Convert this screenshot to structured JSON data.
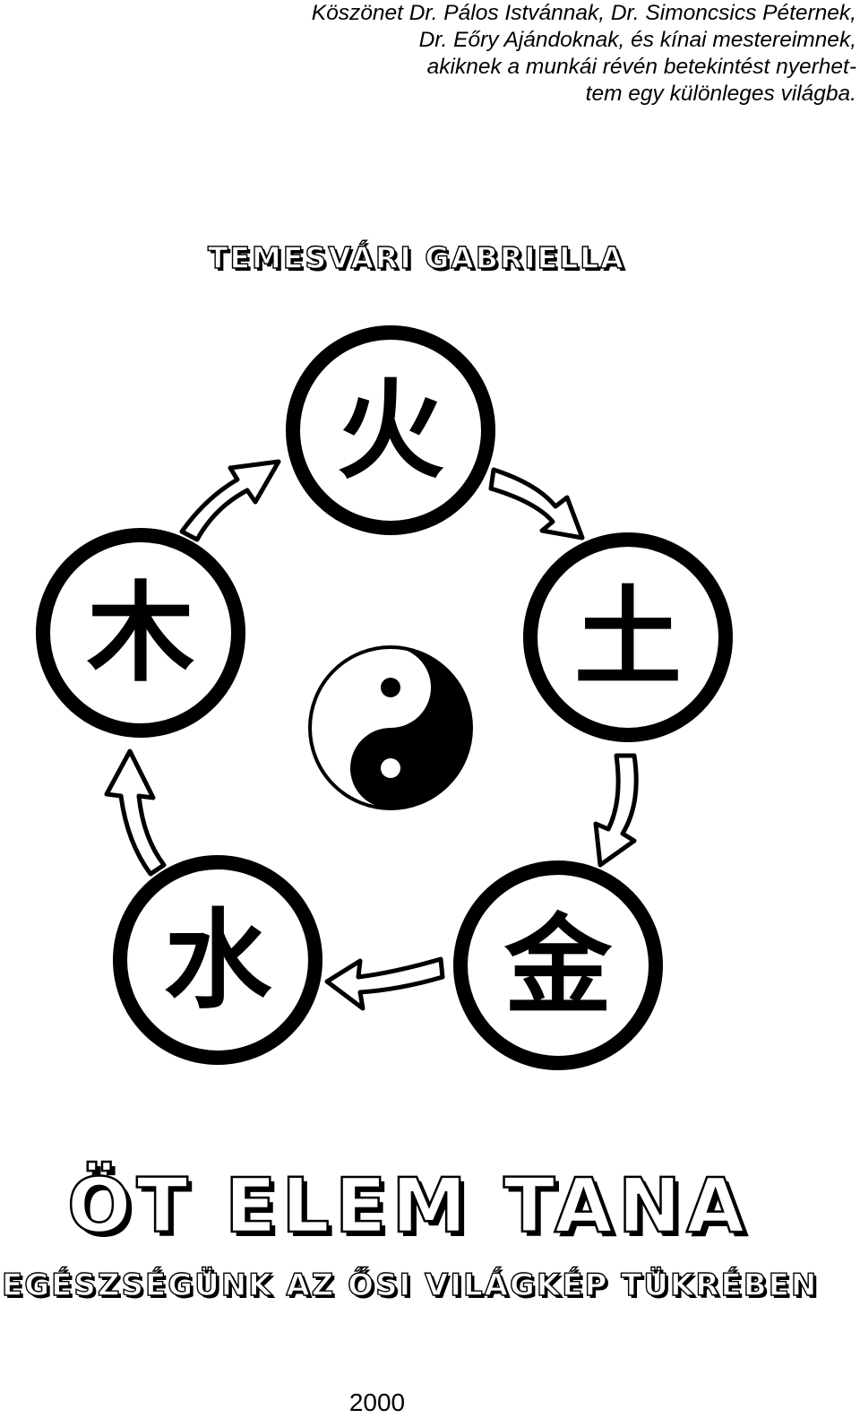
{
  "acknowledgement": {
    "line1": "Köszönet Dr. Pálos Istvánnak, Dr. Simoncsics Péternek,",
    "line2": "Dr. Eőry Ajándoknak, és kínai mestereimnek,",
    "line3": "akiknek a munkái révén betekintést nyerhet-",
    "line4": "tem egy különleges világba."
  },
  "author": "TEMESVÁRI GABRIELLA",
  "elements": [
    {
      "glyph": "火",
      "icon": "fire-character-icon"
    },
    {
      "glyph": "土",
      "icon": "earth-character-icon"
    },
    {
      "glyph": "金",
      "icon": "metal-character-icon"
    },
    {
      "glyph": "水",
      "icon": "water-character-icon"
    },
    {
      "glyph": "木",
      "icon": "wood-character-icon"
    }
  ],
  "center_icon": "yin-yang-icon",
  "arrow_icon": "cycle-arrow-icon",
  "title": "ÖT ELEM TANA",
  "subtitle": "EGÉSZSÉGÜNK AZ ŐSI VILÁGKÉP TÜKRÉBEN",
  "year": "2000",
  "colors": {
    "ink": "#000000",
    "paper": "#ffffff"
  }
}
